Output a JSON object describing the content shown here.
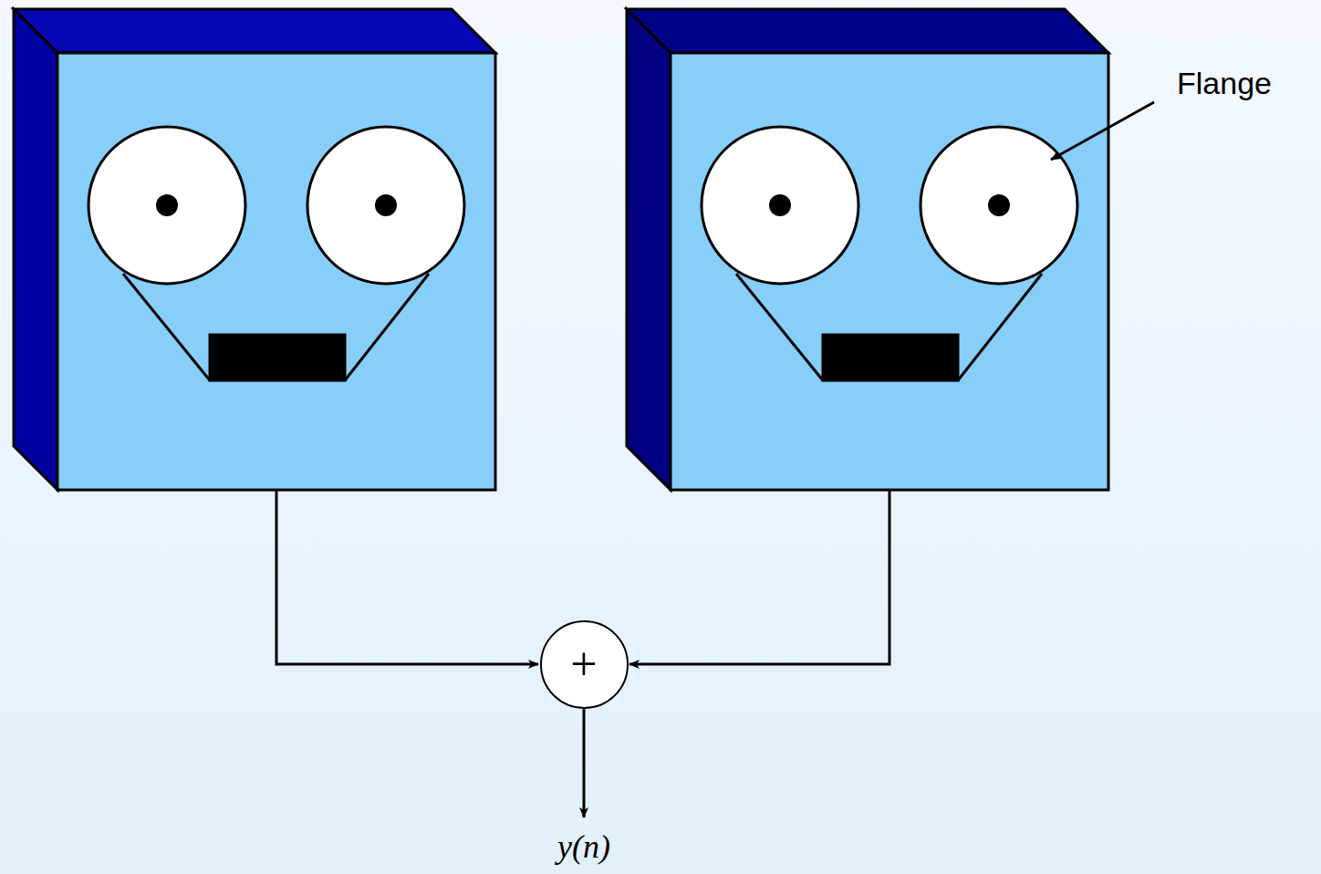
{
  "diagram": {
    "nodes": [
      {
        "text": [
          "+"
        ]
      }
    ],
    "labels": [
      "Flange",
      "y(n)"
    ]
  }
}
